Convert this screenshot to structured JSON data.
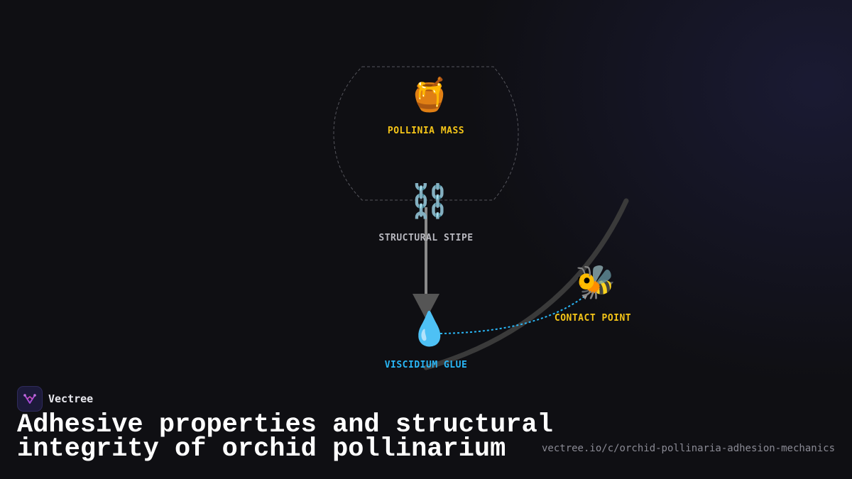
{
  "diagram": {
    "nodes": {
      "pollinia": {
        "icon": "honey-pot-icon",
        "glyph": "🍯",
        "label": "POLLINIA MASS",
        "color": "#f5c518"
      },
      "stipe": {
        "icon": "chain-icon",
        "glyph": "⛓️",
        "label": "STRUCTURAL STIPE",
        "color": "#b8b8bf"
      },
      "glue": {
        "icon": "droplet-icon",
        "glyph": "💧",
        "label": "VISCIDIUM GLUE",
        "color": "#29b6f6"
      },
      "bee": {
        "icon": "bee-icon",
        "glyph": "🐝",
        "label": "CONTACT POINT",
        "color": "#f5c518"
      }
    }
  },
  "brand": {
    "name": "Vectree",
    "logo_icon": "vectree-logo-icon"
  },
  "title": "Adhesive properties and structural integrity of orchid pollinarium",
  "url": "vectree.io/c/orchid-pollinaria-adhesion-mechanics"
}
